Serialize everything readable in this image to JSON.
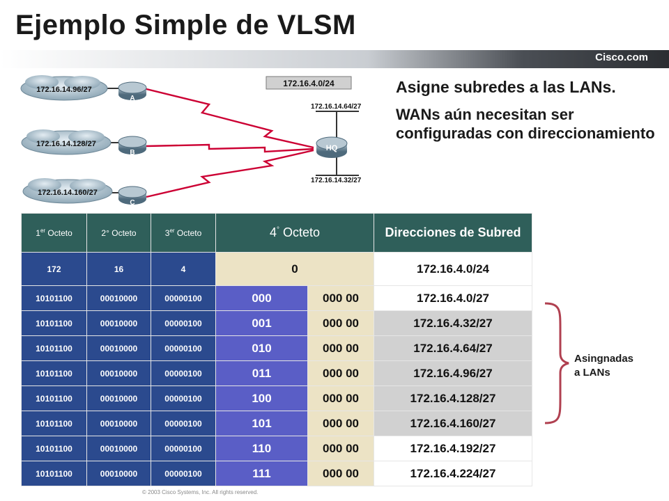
{
  "title": "Ejemplo Simple de VLSM",
  "brand": "Cisco.com",
  "bullets": [
    "Asigne subredes a las LANs.",
    "WANs aún necesitan ser configuradas con direccionamiento"
  ],
  "diagram": {
    "clouds": [
      "172.16.14.96/27",
      "172.16.14.128/27",
      "172.16.14.160/27"
    ],
    "routers": [
      "A",
      "B",
      "C",
      "HQ"
    ],
    "network_label": "172.16.4.0/24",
    "hq_lan_top": "172.16.14.64/27",
    "hq_lan_bottom": "172.16.14.32/27"
  },
  "table": {
    "headers": {
      "octet1": "1",
      "octet1_sup": "er",
      "octet1_rest": " Octeto",
      "octet2": "2° Octeto",
      "octet3": "3",
      "octet3_sup": "er",
      "octet3_rest": " Octeto",
      "octet4": "4",
      "octet4_sup": "°",
      "octet4_rest": " Octeto",
      "subnet": "Direcciones de Subred"
    },
    "base_row": {
      "o1": "172",
      "o2": "16",
      "o3": "4",
      "o4": "0",
      "subnet": "172.16.4.0/24"
    },
    "rows": [
      {
        "o1": "10101100",
        "o2": "00010000",
        "o3": "00000100",
        "subnet_bits": "000",
        "host_bits": "000 00",
        "subnet": "172.16.4.0/27"
      },
      {
        "o1": "10101100",
        "o2": "00010000",
        "o3": "00000100",
        "subnet_bits": "001",
        "host_bits": "000 00",
        "subnet": "172.16.4.32/27"
      },
      {
        "o1": "10101100",
        "o2": "00010000",
        "o3": "00000100",
        "subnet_bits": "010",
        "host_bits": "000 00",
        "subnet": "172.16.4.64/27"
      },
      {
        "o1": "10101100",
        "o2": "00010000",
        "o3": "00000100",
        "subnet_bits": "011",
        "host_bits": "000 00",
        "subnet": "172.16.4.96/27"
      },
      {
        "o1": "10101100",
        "o2": "00010000",
        "o3": "00000100",
        "subnet_bits": "100",
        "host_bits": "000 00",
        "subnet": "172.16.4.128/27"
      },
      {
        "o1": "10101100",
        "o2": "00010000",
        "o3": "00000100",
        "subnet_bits": "101",
        "host_bits": "000 00",
        "subnet": "172.16.4.160/27"
      },
      {
        "o1": "10101100",
        "o2": "00010000",
        "o3": "00000100",
        "subnet_bits": "110",
        "host_bits": "000 00",
        "subnet": "172.16.4.192/27"
      },
      {
        "o1": "10101100",
        "o2": "00010000",
        "o3": "00000100",
        "subnet_bits": "111",
        "host_bits": "000 00",
        "subnet": "172.16.4.224/27"
      }
    ],
    "highlighted_rows": [
      1,
      2,
      3,
      4,
      5
    ]
  },
  "brace_label_line1": "Asingnadas",
  "brace_label_line2": "a  LANs",
  "copyright": "© 2003  Cisco Systems, Inc. All rights reserved.",
  "colors": {
    "header_teal": "#2f5f5a",
    "octet_blue": "#2b4a8e",
    "subnet_purple": "#5a5ec6",
    "host_beige": "#ece3c5",
    "highlight_grey": "#d1d1d1",
    "brace_red": "#b04050",
    "wan_red": "#cc0033",
    "cloud_blue": "#9fb6c4"
  }
}
